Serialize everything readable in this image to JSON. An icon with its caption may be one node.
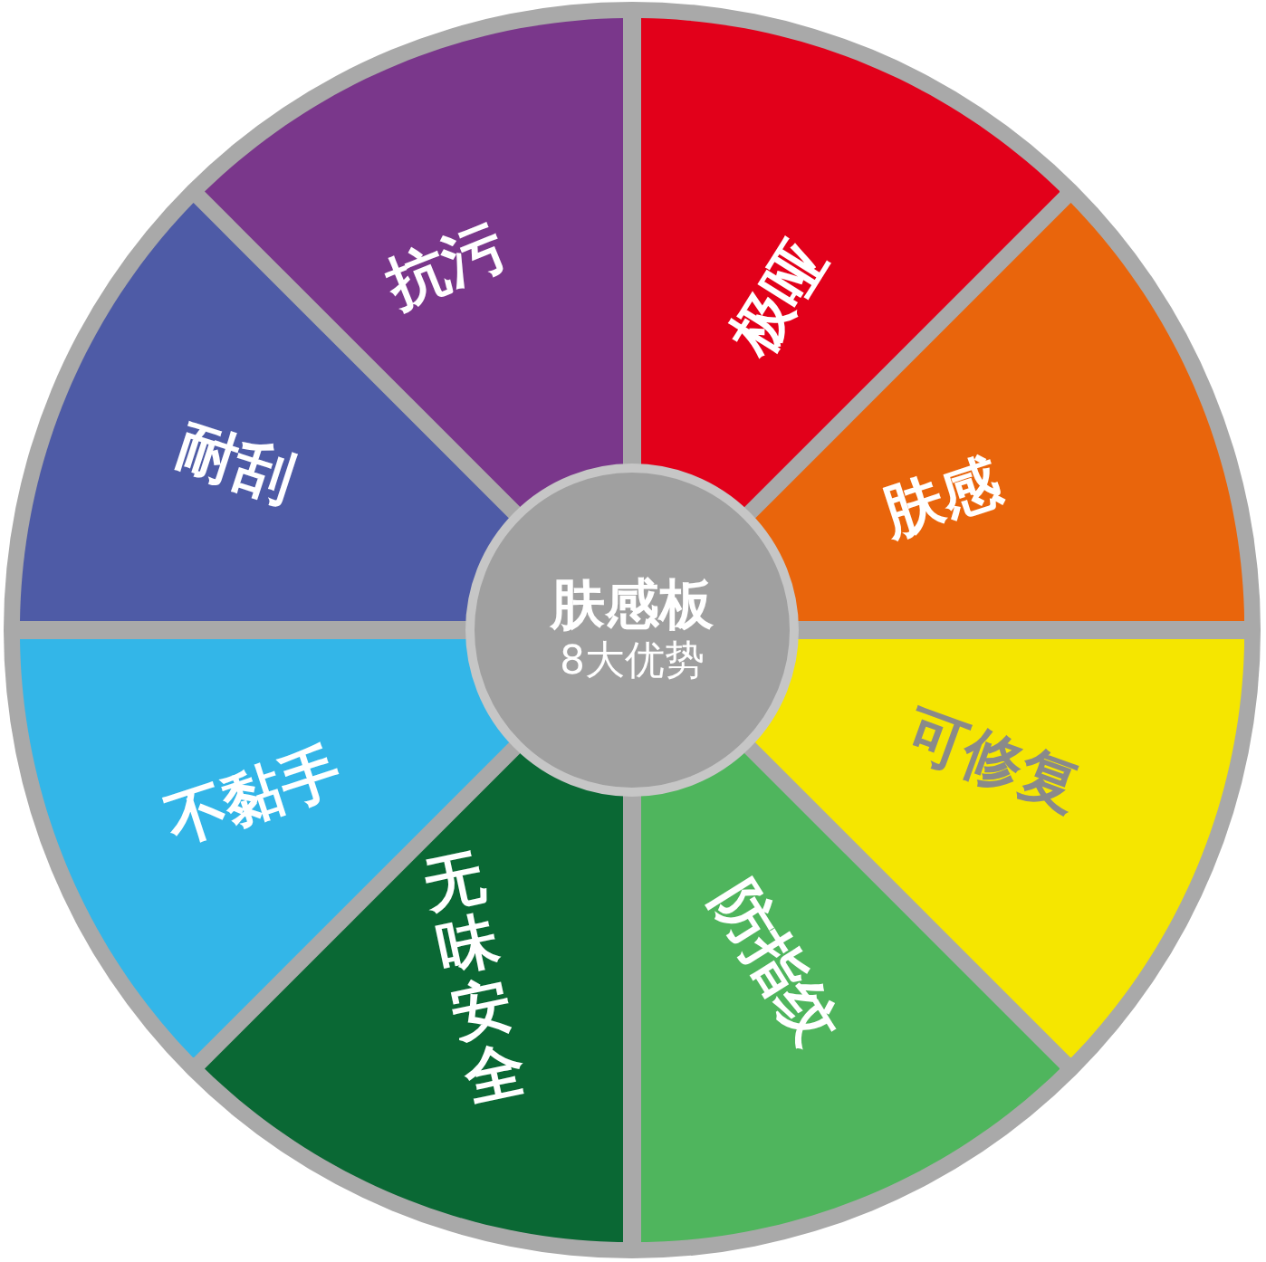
{
  "diagram": {
    "nodes": [
      {
        "text": [
          "肤感板",
          "8大优势"
        ]
      },
      {
        "text": [
          "抗污"
        ]
      },
      {
        "text": [
          "极哑"
        ]
      },
      {
        "text": [
          "肤感"
        ]
      },
      {
        "text": [
          "可修复"
        ]
      },
      {
        "text": [
          "防指纹"
        ]
      },
      {
        "text": [
          "无味安全"
        ]
      },
      {
        "text": [
          "不黏手"
        ]
      },
      {
        "text": [
          "耐刮"
        ]
      }
    ]
  }
}
